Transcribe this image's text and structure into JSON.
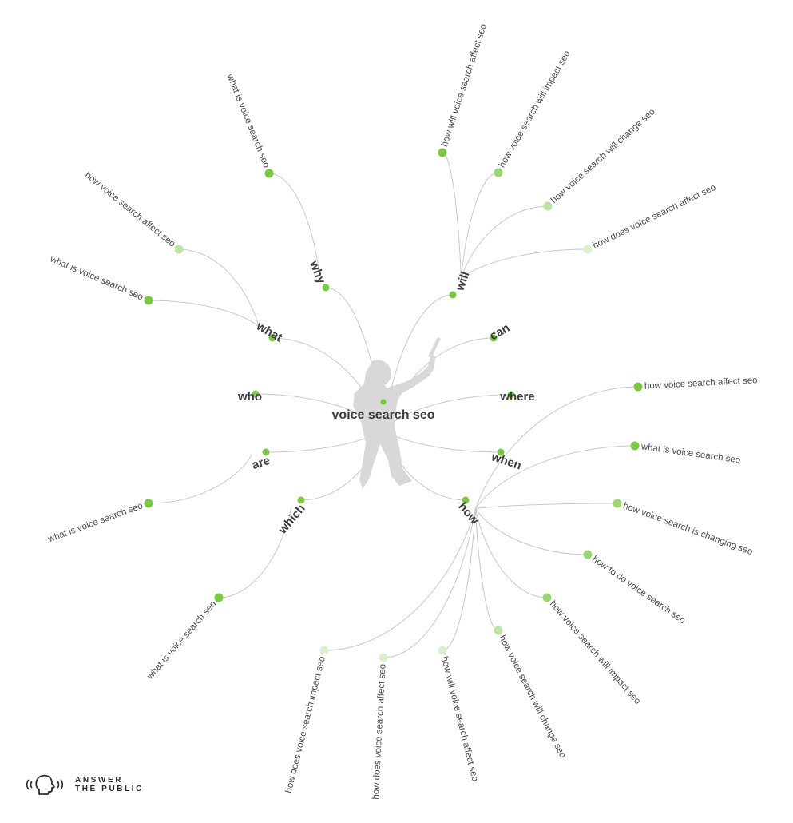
{
  "center": {
    "label": "voice search seo"
  },
  "colors": {
    "edge": "#c8c8c8",
    "modifier_dot": "#7ac943",
    "leaf_strong": "#7ac943",
    "leaf_medium": "#9bd672",
    "leaf_light": "#bfe3a4",
    "leaf_faint": "#dcefcf",
    "text": "#3c3c3c"
  },
  "modifiers": [
    {
      "id": "why",
      "label": "why",
      "leaves": [
        {
          "label": "what is voice search seo",
          "strength": "strong"
        }
      ]
    },
    {
      "id": "will",
      "label": "will",
      "leaves": [
        {
          "label": "how will voice search affect seo",
          "strength": "strong"
        },
        {
          "label": "how voice search will impact seo",
          "strength": "medium"
        },
        {
          "label": "how voice search will change seo",
          "strength": "light"
        },
        {
          "label": "how does voice search affect seo",
          "strength": "faint"
        }
      ]
    },
    {
      "id": "can",
      "label": "can",
      "leaves": []
    },
    {
      "id": "where",
      "label": "where",
      "leaves": []
    },
    {
      "id": "when",
      "label": "when",
      "leaves": []
    },
    {
      "id": "how",
      "label": "how",
      "leaves": [
        {
          "label": "how voice search affect seo",
          "strength": "strong"
        },
        {
          "label": "what is voice search seo",
          "strength": "strong"
        },
        {
          "label": "how voice search is changing seo",
          "strength": "medium"
        },
        {
          "label": "how to do voice search seo",
          "strength": "medium"
        },
        {
          "label": "how voice search will impact seo",
          "strength": "medium"
        },
        {
          "label": "how voice search will change seo",
          "strength": "light"
        },
        {
          "label": "how will voice search affect seo",
          "strength": "faint"
        },
        {
          "label": "how does voice search affect seo",
          "strength": "faint"
        },
        {
          "label": "how does voice search impact seo",
          "strength": "faint"
        }
      ]
    },
    {
      "id": "which",
      "label": "which",
      "leaves": [
        {
          "label": "what is voice search seo",
          "strength": "strong"
        }
      ]
    },
    {
      "id": "are",
      "label": "are",
      "leaves": [
        {
          "label": "what is voice search seo",
          "strength": "strong"
        }
      ]
    },
    {
      "id": "who",
      "label": "who",
      "leaves": []
    },
    {
      "id": "what",
      "label": "what",
      "leaves": [
        {
          "label": "what is voice search seo",
          "strength": "strong"
        },
        {
          "label": "how voice search affect seo",
          "strength": "light"
        }
      ]
    }
  ],
  "brand": {
    "line1": "ANSWER",
    "line2": "THE PUBLIC",
    "icon": "speaking-head-icon"
  }
}
